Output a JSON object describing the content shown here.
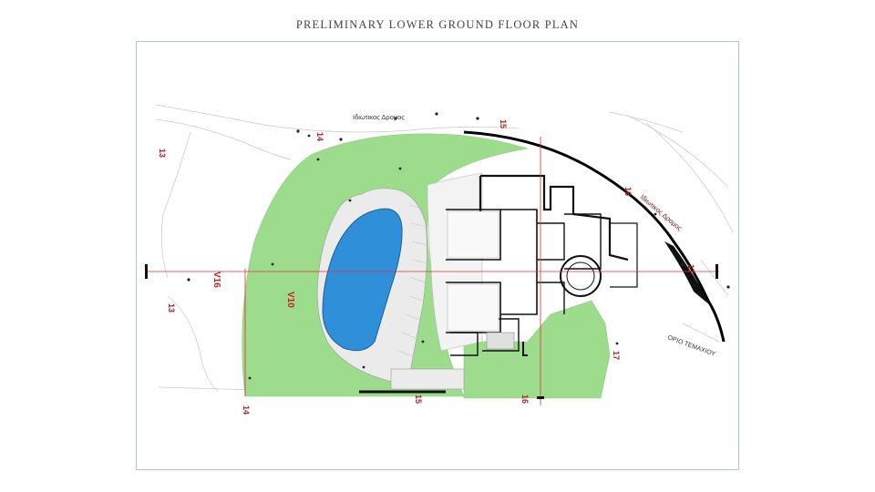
{
  "title": "PRELIMINARY LOWER GROUND FLOOR PLAN",
  "roads": {
    "north_road": "Ιδιωτικος Δρομος",
    "east_road": "Ιδιωτικος Δρομος"
  },
  "boundary_label": "ΟΡΙΟ ΤΕΜΑΧΙΟΥ",
  "sections": {
    "v16": "V16",
    "v10": "V10"
  },
  "gridlines": {
    "g13_top": "13",
    "g13_left": "13",
    "g14_top": "14",
    "g14_bottom": "14",
    "g15_top": "15",
    "g15_bottom": "15",
    "g16_top": "16",
    "g16_bottom": "16",
    "g17_right": "17",
    "g17_bottom": "17"
  },
  "colors": {
    "lawn": "#9cdc8c",
    "pool": "#2f8fd8",
    "section_line": "#e03030",
    "walls": "#111111",
    "frame": "#a9c8d6"
  }
}
